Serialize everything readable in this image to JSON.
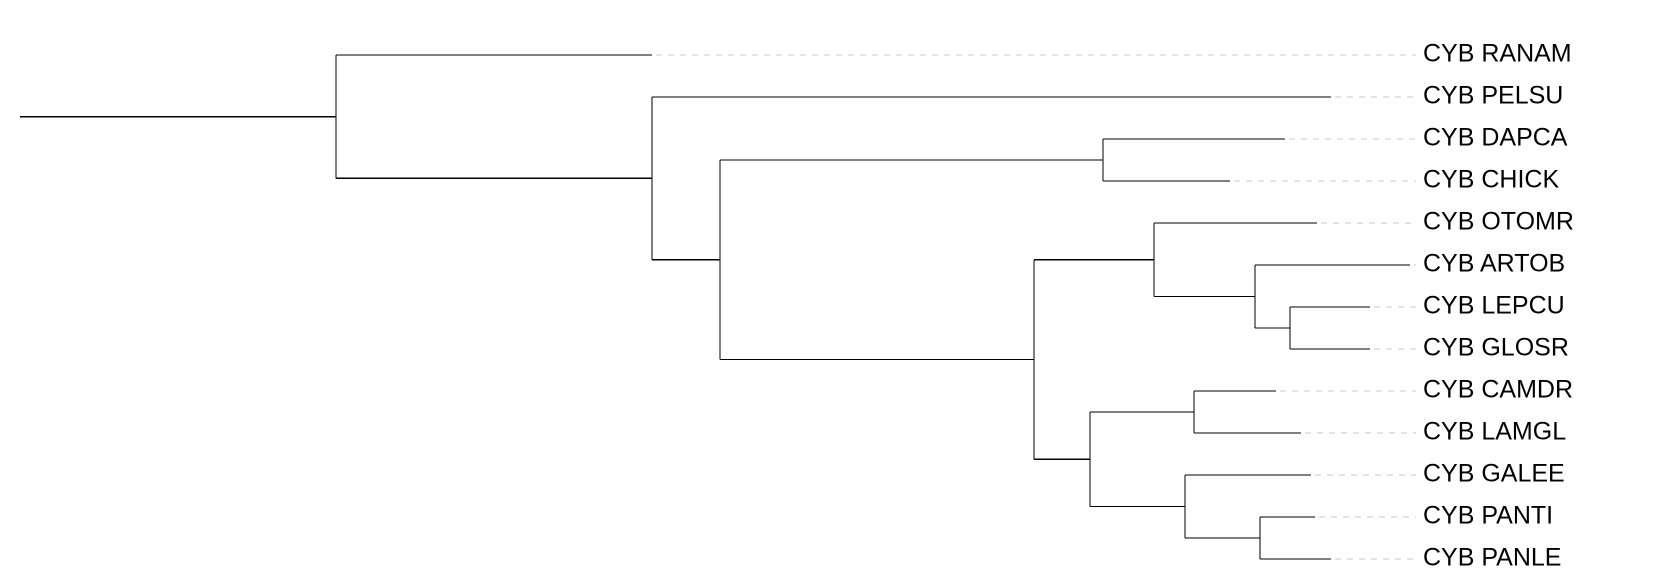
{
  "tree": {
    "leaves": [
      {
        "id": "ranam",
        "label": "CYB RANAM"
      },
      {
        "id": "pelsu",
        "label": "CYB PELSU"
      },
      {
        "id": "dapca",
        "label": "CYB DAPCA"
      },
      {
        "id": "chick",
        "label": "CYB CHICK"
      },
      {
        "id": "otomr",
        "label": "CYB OTOMR"
      },
      {
        "id": "artob",
        "label": "CYB ARTOB"
      },
      {
        "id": "lepcu",
        "label": "CYB LEPCU"
      },
      {
        "id": "glosr",
        "label": "CYB GLOSR"
      },
      {
        "id": "camdr",
        "label": "CYB CAMDR"
      },
      {
        "id": "lamgl",
        "label": "CYB LAMGL"
      },
      {
        "id": "galee",
        "label": "CYB GALEE"
      },
      {
        "id": "panti",
        "label": "CYB PANTI"
      },
      {
        "id": "panle",
        "label": "CYB PANLE"
      }
    ]
  }
}
